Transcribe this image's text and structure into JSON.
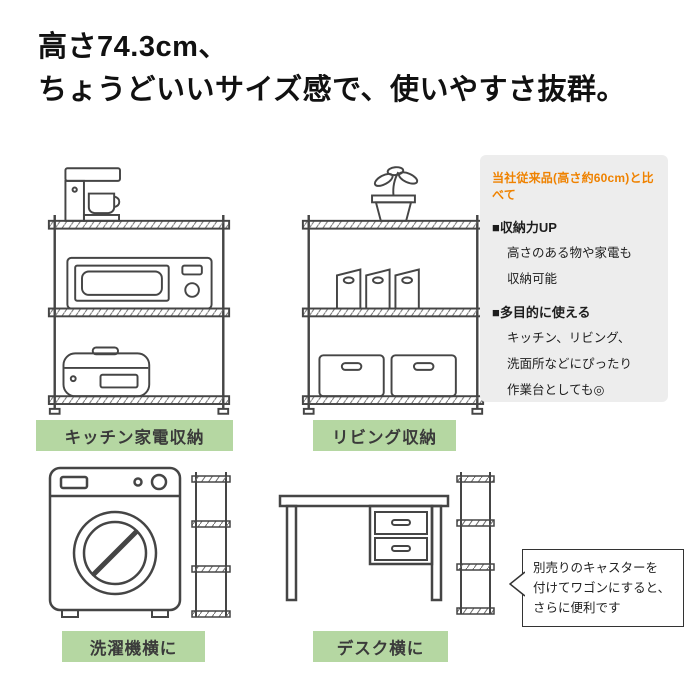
{
  "heading": {
    "line1": "高さ74.3cm、",
    "line2": "ちょうどいいサイズ感で、使いやすさ抜群。"
  },
  "comparison_box": {
    "title": "当社従来品(高さ約60cm)と比べて",
    "sections": [
      {
        "head": "■収納力UP",
        "lines": [
          "高さのある物や家電も",
          "収納可能"
        ]
      },
      {
        "head": "■多目的に使える",
        "lines": [
          "キッチン、リビング、",
          "洗面所などにぴったり",
          "作業台としても◎"
        ]
      }
    ]
  },
  "usage_labels": {
    "kitchen": "キッチン家電収納",
    "living": "リビング収納",
    "laundry": "洗濯機横に",
    "desk": "デスク横に"
  },
  "callout": {
    "lines": [
      "別売りのキャスターを",
      "付けてワゴンにすると、",
      "さらに便利です"
    ]
  },
  "colors": {
    "label_bg": "#b5d7a2",
    "info_bg": "#ededed",
    "accent_orange": "#ef8200",
    "line_color": "#454545"
  }
}
